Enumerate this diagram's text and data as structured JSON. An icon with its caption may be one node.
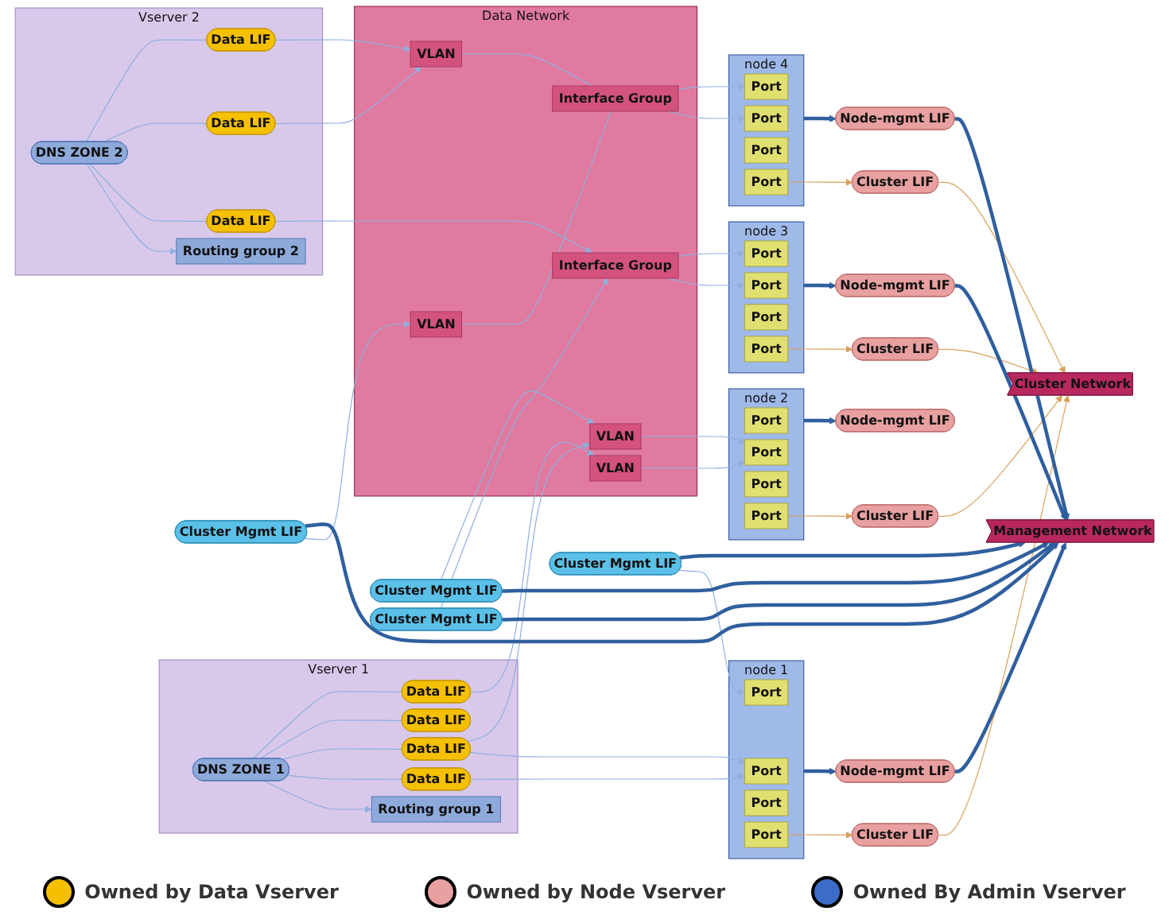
{
  "diagram": {
    "nodes": [
      {
        "text": [
          "Vserver 1"
        ]
      },
      {
        "text": [
          "Routing group 1"
        ],
        "in": 0
      },
      {
        "text": [
          "DNS ZONE 1"
        ],
        "in": 0
      },
      {
        "text": [
          "Data LIF"
        ],
        "in": 0
      },
      {
        "text": [
          "Data LIF"
        ],
        "in": 0
      },
      {
        "text": [
          "Data LIF"
        ],
        "in": 0
      },
      {
        "text": [
          "Data LIF"
        ],
        "in": 0
      },
      {
        "text": [
          "Vserver 2"
        ]
      },
      {
        "text": [
          "Routing group 2"
        ],
        "in": 7
      },
      {
        "text": [
          "DNS ZONE 2"
        ],
        "in": 7
      },
      {
        "text": [
          "Data LIF"
        ],
        "in": 7
      },
      {
        "text": [
          "Data LIF"
        ],
        "in": 7
      },
      {
        "text": [
          "Data LIF"
        ],
        "in": 7
      },
      {
        "text": [
          "Cluster Mgmt LIF"
        ]
      },
      {
        "text": [
          "Cluster Mgmt LIF"
        ]
      },
      {
        "text": [
          "Cluster Mgmt LIF"
        ]
      },
      {
        "text": [
          "Cluster Mgmt LIF"
        ]
      },
      {
        "text": [
          "Data Network"
        ]
      },
      {
        "text": [
          "VLAN"
        ],
        "in": 17
      },
      {
        "text": [
          "VLAN"
        ],
        "in": 17
      },
      {
        "text": [
          "VLAN"
        ],
        "in": 17
      },
      {
        "text": [
          "VLAN"
        ],
        "in": 17
      },
      {
        "text": [
          "Interface Group"
        ],
        "in": 17
      },
      {
        "text": [
          "Interface Group"
        ],
        "in": 17
      },
      {
        "text": [
          "node 1"
        ]
      },
      {
        "text": [
          "Port"
        ],
        "in": 24
      },
      {
        "text": [
          "Port"
        ],
        "in": 24
      },
      {
        "text": [
          "Port"
        ],
        "in": 24
      },
      {
        "text": [
          "Port"
        ],
        "in": 24
      },
      {
        "text": [
          "node 2"
        ]
      },
      {
        "text": [
          "Port"
        ],
        "in": 29
      },
      {
        "text": [
          "Port"
        ],
        "in": 29
      },
      {
        "text": [
          "Port"
        ],
        "in": 29
      },
      {
        "text": [
          "Port"
        ],
        "in": 29
      },
      {
        "text": [
          "node 3"
        ]
      },
      {
        "text": [
          "Port"
        ],
        "in": 34
      },
      {
        "text": [
          "Port"
        ],
        "in": 34
      },
      {
        "text": [
          "Port"
        ],
        "in": 34
      },
      {
        "text": [
          "Port"
        ],
        "in": 34
      },
      {
        "text": [
          "node 4"
        ]
      },
      {
        "text": [
          "Port"
        ],
        "in": 39
      },
      {
        "text": [
          "Port"
        ],
        "in": 39
      },
      {
        "text": [
          "Port"
        ],
        "in": 39
      },
      {
        "text": [
          "Port"
        ],
        "in": 39
      },
      {
        "text": [
          "Node-mgmt LIF"
        ]
      },
      {
        "text": [
          "Cluster LIF"
        ]
      },
      {
        "text": [
          "Node-mgmt LIF"
        ]
      },
      {
        "text": [
          "Cluster LIF"
        ]
      },
      {
        "text": [
          "Node-mgmt LIF"
        ]
      },
      {
        "text": [
          "Cluster LIF"
        ]
      },
      {
        "text": [
          "Cluster LIF"
        ]
      },
      {
        "text": [
          "Node-mgmt LIF"
        ]
      },
      {
        "text": [
          "Cluster Network"
        ]
      },
      {
        "text": [
          "Management Network"
        ]
      }
    ],
    "edges": [
      {
        "from": 2,
        "to": 1,
        "arrow": "to"
      },
      {
        "from": 2,
        "to": 3,
        "arrow": "none"
      },
      {
        "from": 2,
        "to": 4,
        "arrow": "none"
      },
      {
        "from": 2,
        "to": 5,
        "arrow": "none"
      },
      {
        "from": 2,
        "to": 6,
        "arrow": "none"
      },
      {
        "from": 9,
        "to": 8,
        "arrow": "to"
      },
      {
        "from": 9,
        "to": 10,
        "arrow": "none"
      },
      {
        "from": 9,
        "to": 11,
        "arrow": "none"
      },
      {
        "from": 9,
        "to": 12,
        "arrow": "none"
      },
      {
        "from": 3,
        "to": 25,
        "arrow": "to"
      },
      {
        "from": 4,
        "to": 25,
        "arrow": "to"
      },
      {
        "from": 4,
        "to": 18,
        "arrow": "to"
      },
      {
        "from": 13,
        "to": 26,
        "arrow": "to"
      },
      {
        "from": 14,
        "to": 18,
        "arrow": "to"
      },
      {
        "from": 6,
        "to": 19,
        "arrow": "to"
      },
      {
        "from": 18,
        "to": 31,
        "arrow": "to"
      },
      {
        "from": 19,
        "to": 31,
        "arrow": "to"
      },
      {
        "from": 10,
        "to": 22,
        "arrow": "to"
      },
      {
        "from": 15,
        "to": 22,
        "arrow": "to"
      },
      {
        "from": 11,
        "to": 20,
        "arrow": "to"
      },
      {
        "from": 12,
        "to": 20,
        "arrow": "to"
      },
      {
        "from": 16,
        "to": 21,
        "arrow": "to"
      },
      {
        "from": 20,
        "to": 23,
        "arrow": "none"
      },
      {
        "from": 21,
        "to": 23,
        "arrow": "none"
      },
      {
        "from": 22,
        "to": 35,
        "arrow": "to"
      },
      {
        "from": 22,
        "to": 36,
        "arrow": "to"
      },
      {
        "from": 23,
        "to": 40,
        "arrow": "to"
      },
      {
        "from": 23,
        "to": 41,
        "arrow": "to"
      },
      {
        "from": 28,
        "to": 45,
        "arrow": "to",
        "color": "#d9a05b"
      },
      {
        "from": 45,
        "to": 52,
        "arrow": "to",
        "color": "#d9a05b"
      },
      {
        "from": 33,
        "to": 47,
        "arrow": "to",
        "color": "#d9a05b"
      },
      {
        "from": 47,
        "to": 52,
        "arrow": "to",
        "color": "#d9a05b"
      },
      {
        "from": 38,
        "to": 49,
        "arrow": "to",
        "color": "#d9a05b"
      },
      {
        "from": 49,
        "to": 52,
        "arrow": "to",
        "color": "#d9a05b"
      },
      {
        "from": 43,
        "to": 50,
        "arrow": "to",
        "color": "#d9a05b"
      },
      {
        "from": 50,
        "to": 52,
        "arrow": "to",
        "color": "#d9a05b"
      },
      {
        "from": 13,
        "to": 53,
        "arrow": "to",
        "style": "thick",
        "color": "#2f5f9e"
      },
      {
        "from": 24,
        "to": 44,
        "arrow": "to",
        "style": "thick",
        "color": "#2f5f9e"
      },
      {
        "from": 44,
        "to": 53,
        "arrow": "to",
        "style": "thick",
        "color": "#2f5f9e"
      },
      {
        "from": 14,
        "to": 53,
        "arrow": "to",
        "style": "thick",
        "color": "#2f5f9e"
      },
      {
        "from": 29,
        "to": 46,
        "arrow": "to",
        "style": "thick",
        "color": "#2f5f9e"
      },
      {
        "from": 15,
        "to": 53,
        "arrow": "to",
        "style": "thick",
        "color": "#2f5f9e"
      },
      {
        "from": 34,
        "to": 48,
        "arrow": "to",
        "style": "thick",
        "color": "#2f5f9e"
      },
      {
        "from": 48,
        "to": 53,
        "arrow": "to",
        "style": "thick",
        "color": "#2f5f9e"
      },
      {
        "from": 16,
        "to": 53,
        "arrow": "to",
        "style": "thick",
        "color": "#2f5f9e"
      },
      {
        "from": 39,
        "to": 51,
        "arrow": "to",
        "style": "thick",
        "color": "#2f5f9e"
      },
      {
        "from": 51,
        "to": 53,
        "arrow": "to",
        "style": "thick",
        "color": "#2f5f9e"
      }
    ],
    "legend": [
      {
        "text": "Owned by Data Vserver",
        "color": "#f5c000"
      },
      {
        "text": "Owned by Node Vserver",
        "color": "#e8a0a0"
      },
      {
        "text": "Owned By Admin Vserver",
        "color": "#3a6cc8"
      }
    ]
  }
}
